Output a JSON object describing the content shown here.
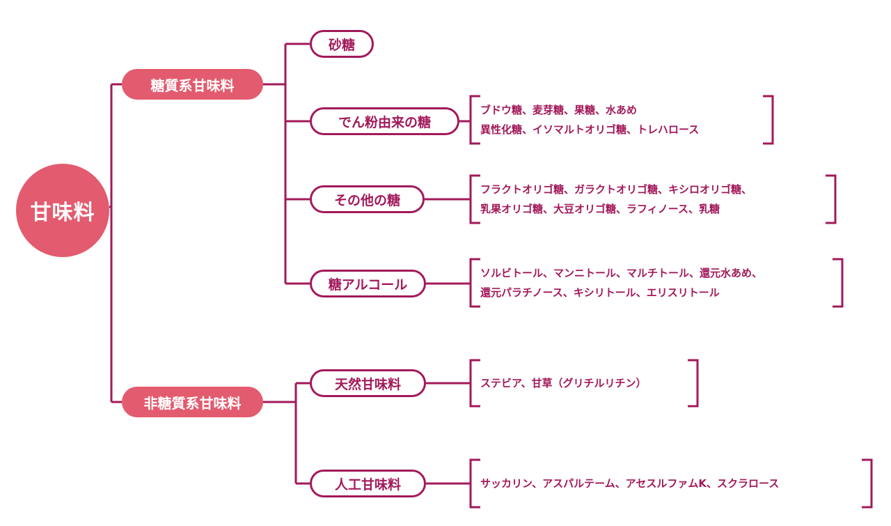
{
  "colors": {
    "root_fill": "#e35b6e",
    "category_fill": "#e35b6e",
    "line": "#a2195a",
    "text": "#a2195a"
  },
  "root": {
    "label": "甘味料"
  },
  "categories": [
    {
      "label": "糖質系甘味料",
      "subs": [
        {
          "label": "砂糖",
          "items": []
        },
        {
          "label": "でん粉由来の糖",
          "items": [
            "ブドウ糖、麦芽糖、果糖、水あめ",
            "異性化糖、イソマルトオリゴ糖、トレハロース"
          ]
        },
        {
          "label": "その他の糖",
          "items": [
            "フラクトオリゴ糖、ガラクトオリゴ糖、キシロオリゴ糖、",
            "乳果オリゴ糖、大豆オリゴ糖、ラフィノース、乳糖"
          ]
        },
        {
          "label": "糖アルコール",
          "items": [
            "ソルビトール、マンニトール、マルチトール、還元水あめ、",
            "還元パラチノース、キシリトール、エリスリトール"
          ]
        }
      ]
    },
    {
      "label": "非糖質系甘味料",
      "subs": [
        {
          "label": "天然甘味料",
          "items": [
            "ステビア、甘草（グリチルリチン）"
          ]
        },
        {
          "label": "人工甘味料",
          "items": [
            "サッカリン、アスパルテーム、アセスルファムK、スクラロース"
          ]
        }
      ]
    }
  ]
}
